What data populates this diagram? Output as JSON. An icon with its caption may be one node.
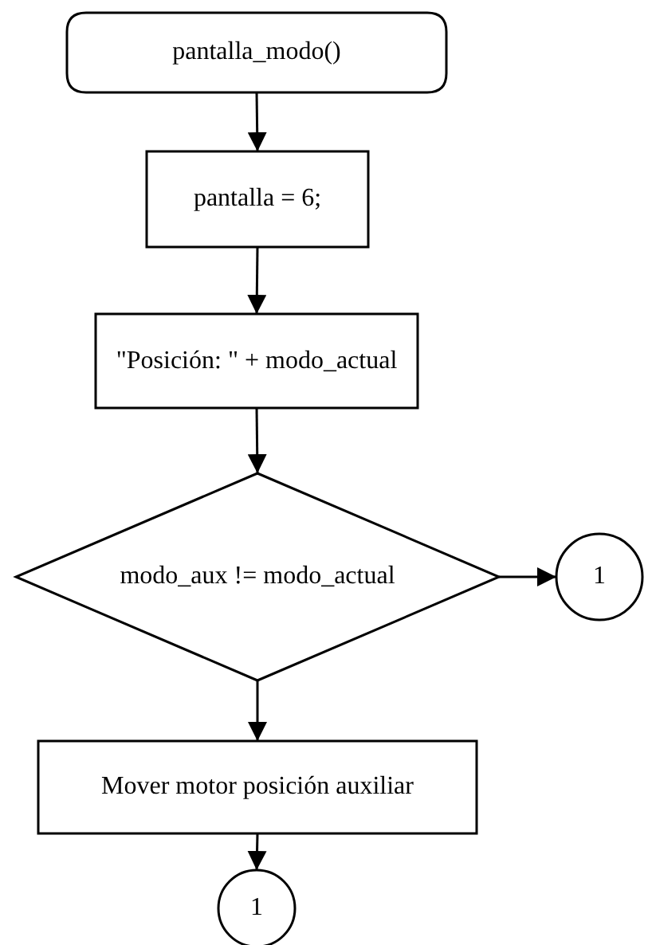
{
  "diagram": {
    "nodes": [
      {
        "text": [
          "pantalla_modo()"
        ]
      },
      {
        "text": [
          "pantalla = 6;"
        ]
      },
      {
        "text": [
          "\"Posición: \" + modo_actual"
        ]
      },
      {
        "text": [
          "modo_aux != modo_actual"
        ]
      },
      {
        "text": [
          "1"
        ]
      },
      {
        "text": [
          "Mover motor posición auxiliar"
        ]
      },
      {
        "text": [
          "1"
        ]
      }
    ],
    "edges": [
      {
        "from": 0,
        "to": 1,
        "arrow": "to"
      },
      {
        "from": 1,
        "to": 2,
        "arrow": "to"
      },
      {
        "from": 2,
        "to": 3,
        "arrow": "to"
      },
      {
        "from": 3,
        "to": 4,
        "arrow": "to"
      },
      {
        "from": 3,
        "to": 5,
        "arrow": "to"
      },
      {
        "from": 5,
        "to": 6,
        "arrow": "to"
      }
    ]
  }
}
